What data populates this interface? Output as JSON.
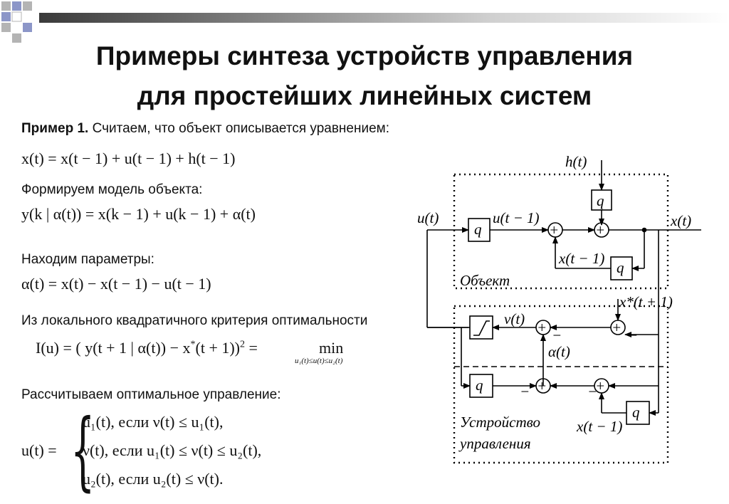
{
  "title": {
    "line1": "Примеры синтеза устройств управления",
    "line2": "для простейших линейных систем"
  },
  "example": {
    "label": "Пример 1.",
    "text": " Считаем, что объект описывается уравнением:"
  },
  "formulas": {
    "object_eq": "x(t) = x(t − 1) + u(t − 1) + h(t − 1)",
    "model_eq": "y(k | α(t)) = x(k − 1) + u(k − 1) + α(t)",
    "params_eq": "α(t) = x(t) − x(t − 1) − u(t − 1)",
    "criterion_lhs": "I(u) = ( y(t + 1 | α(t)) − x",
    "criterion_star": "*",
    "criterion_mid": "(t + 1))",
    "criterion_pow": "2",
    "criterion_eq": " = ",
    "criterion_min": "min",
    "criterion_cond": "u₁(t)≤u(t)≤u₂(t)",
    "u_lhs": "u(t) =",
    "case1": "u₁(t),  если  ν(t) ≤ u₁(t),",
    "case2": "ν(t),   если  u₁(t) ≤ ν(t) ≤ u₂(t),",
    "case3": "u₂(t),  если  u₂(t) ≤ ν(t)."
  },
  "texts": {
    "model": "Формируем модель объекта:",
    "params": "Находим параметры:",
    "criterion": "Из локального квадратичного критерия оптимальности",
    "control": "Рассчитываем оптимальное управление:"
  },
  "diagram": {
    "h_label": "h(t)",
    "u_label": "u(t)",
    "u_delay_label": "u(t − 1)",
    "x_label": "x(t)",
    "x_delay_label": "x(t − 1)",
    "object_label": "Объект",
    "xstar_label": "x*(t + 1)",
    "nu_label": "ν(t)",
    "alpha_label": "α(t)",
    "x_delay_label2": "x(t − 1)",
    "controller_label1": "Устройство",
    "controller_label2": "управления",
    "q": "q",
    "plus": "+",
    "minus": "−"
  },
  "colors": {
    "topbar_dark": "#3a3a3a",
    "corner_blue": "#8c96c8",
    "corner_gray": "#b4b4b4"
  }
}
